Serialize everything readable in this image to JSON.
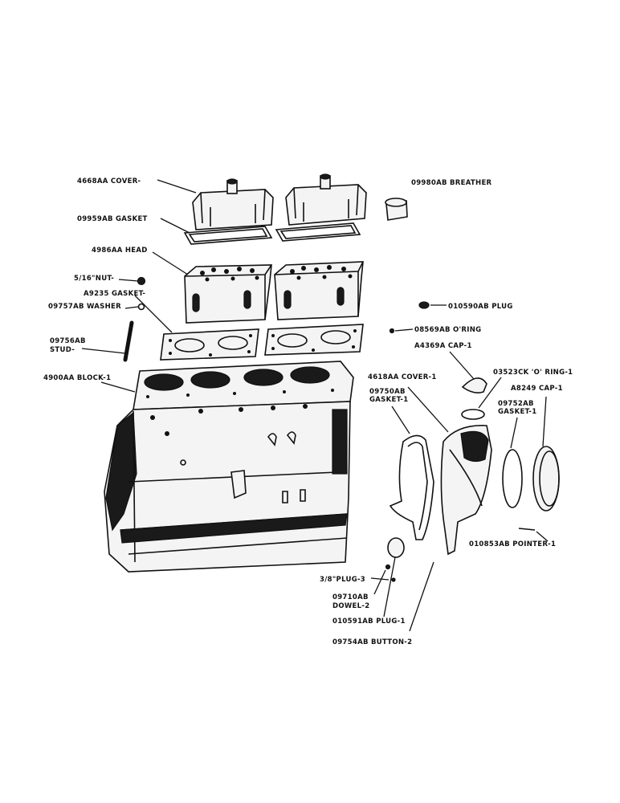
{
  "labels": {
    "cover": "4668AA COVER-",
    "breather": "09980AB BREATHER",
    "gasket_top": "09959AB GASKET",
    "head": "4986AA HEAD",
    "nut_line1": "5/16\"NUT-",
    "gasket_a9235": "A9235 GASKET-",
    "washer": "09757AB WASHER",
    "stud_line1": "09756AB",
    "stud_line2": "STUD-",
    "block": "4900AA BLOCK-1",
    "plug_010590": "010590AB PLUG",
    "oring_08569": "08569AB O'RING",
    "cap_a4369": "A4369A CAP-1",
    "cover_4618": "4618AA COVER-1",
    "oring_03523": "03523CK 'O' RING-1",
    "gasket_09750_line1": "09750AB",
    "gasket_09750_line2": "GASKET-1",
    "cap_a8249": "A8249 CAP-1",
    "gasket_09752_line1": "09752AB",
    "gasket_09752_line2": "GASKET-1",
    "pointer": "010853AB POINTER-1",
    "plug3": "3/8\"PLUG-3",
    "dowel_line1": "09710AB",
    "dowel_line2": "DOWEL-2",
    "plug_010591": "010591AB PLUG-1",
    "button": "09754AB BUTTON-2"
  },
  "colors": {
    "ink": "#111111",
    "paper": "#ffffff"
  }
}
